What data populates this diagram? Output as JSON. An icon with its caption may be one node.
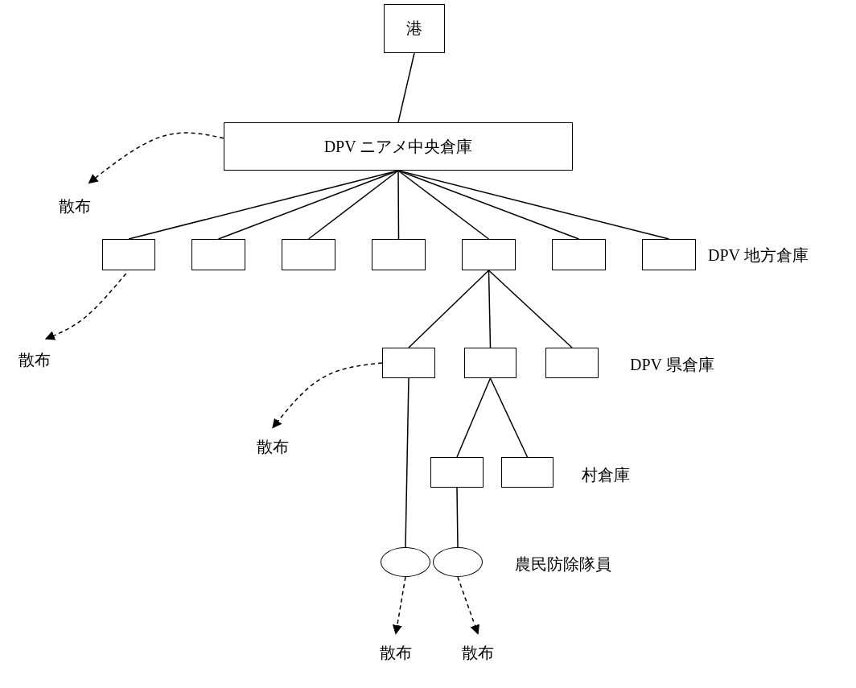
{
  "diagram": {
    "nodes": [
      {
        "text": [
          "港"
        ]
      },
      {
        "text": [
          "DPV ニアメ中央倉庫"
        ]
      },
      {
        "text": [],
        "shape": "box"
      },
      {
        "text": [],
        "shape": "box"
      },
      {
        "text": [],
        "shape": "box"
      },
      {
        "text": [],
        "shape": "box"
      },
      {
        "text": [],
        "shape": "box"
      },
      {
        "text": [],
        "shape": "box"
      },
      {
        "text": [],
        "shape": "box"
      },
      {
        "text": [],
        "shape": "box"
      },
      {
        "text": [],
        "shape": "box"
      },
      {
        "text": [],
        "shape": "box"
      },
      {
        "text": [],
        "shape": "box"
      },
      {
        "text": [],
        "shape": "box"
      },
      {
        "text": [],
        "shape": "ellipse"
      },
      {
        "text": [],
        "shape": "ellipse"
      },
      {
        "text": [
          "散布"
        ]
      },
      {
        "text": [
          "散布"
        ]
      },
      {
        "text": [
          "散布"
        ]
      },
      {
        "text": [
          "散布"
        ]
      },
      {
        "text": [
          "散布"
        ]
      }
    ],
    "edges": [
      {
        "from": 0,
        "to": 1,
        "arrow": "none"
      },
      {
        "from": 1,
        "to": 2,
        "arrow": "none"
      },
      {
        "from": 1,
        "to": 3,
        "arrow": "none"
      },
      {
        "from": 1,
        "to": 4,
        "arrow": "none"
      },
      {
        "from": 1,
        "to": 5,
        "arrow": "none"
      },
      {
        "from": 1,
        "to": 6,
        "arrow": "none"
      },
      {
        "from": 1,
        "to": 7,
        "arrow": "none"
      },
      {
        "from": 1,
        "to": 8,
        "arrow": "none"
      },
      {
        "from": 6,
        "to": 9,
        "arrow": "none"
      },
      {
        "from": 6,
        "to": 10,
        "arrow": "none"
      },
      {
        "from": 6,
        "to": 11,
        "arrow": "none"
      },
      {
        "from": 10,
        "to": 12,
        "arrow": "none"
      },
      {
        "from": 10,
        "to": 13,
        "arrow": "none"
      },
      {
        "from": 9,
        "to": 14,
        "arrow": "none"
      },
      {
        "from": 12,
        "to": 15,
        "arrow": "none"
      },
      {
        "from": 1,
        "to": 16,
        "arrow": "to",
        "style": "dashed"
      },
      {
        "from": 2,
        "to": 17,
        "arrow": "to",
        "style": "dashed"
      },
      {
        "from": 9,
        "to": 18,
        "arrow": "to",
        "style": "dashed"
      },
      {
        "from": 14,
        "to": 19,
        "arrow": "to",
        "style": "dashed"
      },
      {
        "from": 15,
        "to": 20,
        "arrow": "to",
        "style": "dashed"
      }
    ],
    "labels": [
      "DPV 地方倉庫",
      "DPV 県倉庫",
      "村倉庫",
      "農民防除隊員"
    ]
  }
}
